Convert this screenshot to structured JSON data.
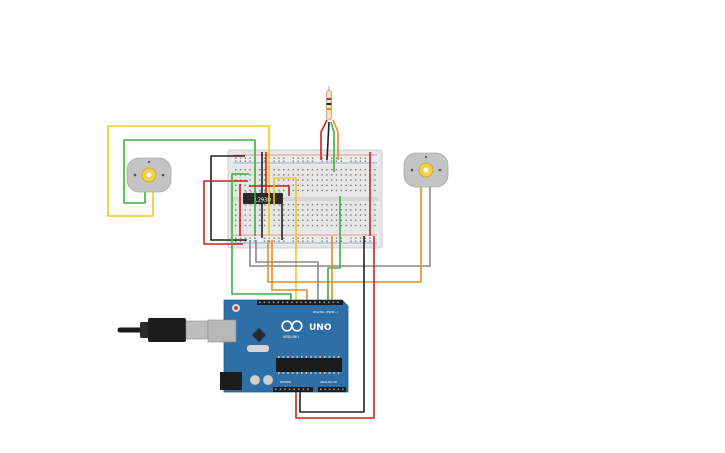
{
  "chip": {
    "label": "L293D"
  },
  "arduino": {
    "logo_text": "UNO",
    "brand_text": "ARDUINO",
    "digital_label": "DIGITAL (PWM~)",
    "power_label": "POWER",
    "analog_label": "ANALOG IN"
  },
  "colors": {
    "wire_red": "#d11f1f",
    "wire_black": "#222222",
    "wire_yellow": "#f2c81b",
    "wire_green": "#3fae3b",
    "wire_orange": "#ec8a1e",
    "wire_gray": "#8a8a8a",
    "arduino_board": "#2f6fa8",
    "breadboard": "#e6e6e6",
    "motor_body": "#c4c4c4",
    "motor_hub": "#f0d24a"
  }
}
